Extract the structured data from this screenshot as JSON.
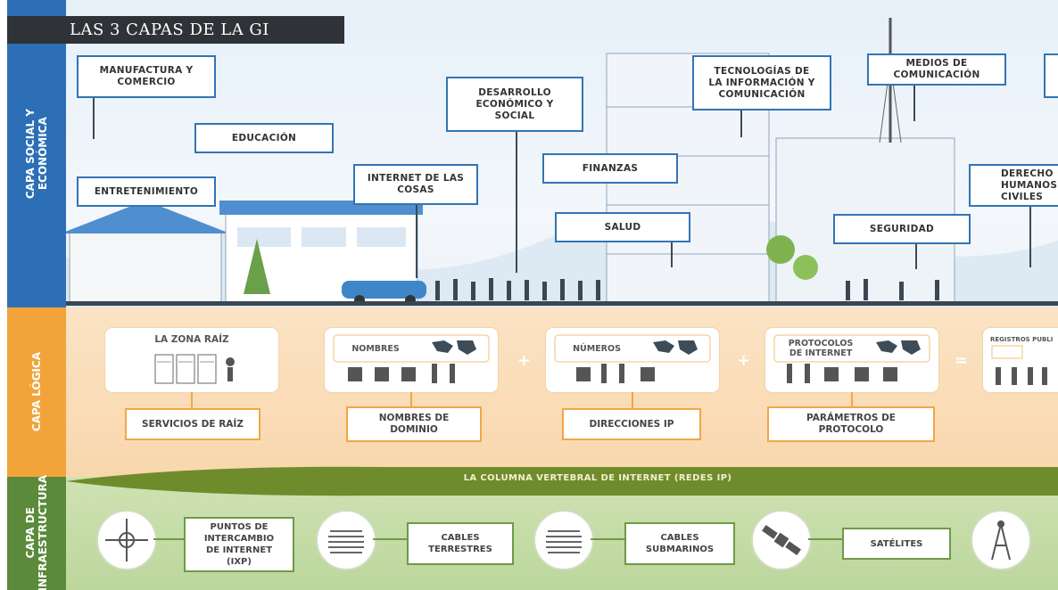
{
  "title": "LAS 3 CAPAS DE LA GI",
  "layers": {
    "social": "CAPA SOCIAL Y\nECONÓMICA",
    "logic": "CAPA LÓGICA",
    "infra": "CAPA DE\nINFRAESTRUCTURA"
  },
  "social_boxes": {
    "manufactura": "MANUFACTURA Y\nCOMERCIO",
    "educacion": "EDUCACIÓN",
    "entretenimiento": "ENTRETENIMIENTO",
    "iot": "INTERNET DE LAS\nCOSAS",
    "desarrollo": "DESARROLLO\nECONÓMICO Y\nSOCIAL",
    "finanzas": "FINANZAS",
    "salud": "SALUD",
    "tic": "TECNOLOGÍAS DE\nLA INFORMACIÓN Y\nCOMUNICACIÓN",
    "medios": "MEDIOS DE\nCOMUNICACIÓN",
    "seguridad": "SEGURIDAD",
    "derechos": "DERECHO\nHUMANOS\nCIVILES"
  },
  "logic": {
    "cards": {
      "root_zone": "LA ZONA RAÍZ",
      "names": "NOMBRES",
      "numbers": "NÚMEROS",
      "protocols": "PROTOCOLOS\nDE INTERNET",
      "registries": "REGISTROS PUBLI"
    },
    "boxes": {
      "root_services": "SERVICIOS DE RAÍZ",
      "domain_names": "NOMBRES DE\nDOMINIO",
      "ip_addresses": "DIRECCIONES IP",
      "protocol_params": "PARÁMETROS DE\nPROTOCOLO"
    },
    "operators": {
      "plus": "+",
      "equals": "="
    }
  },
  "backbone": "LA COLUMNA VERTEBRAL DE INTERNET (REDES IP)",
  "infra_boxes": {
    "ixp": "PUNTOS DE\nINTERCAMBIO\nDE INTERNET\n(IXP)",
    "terrestrial": "CABLES\nTERRESTRES",
    "submarine": "CABLES\nSUBMARINOS",
    "satellites": "SATÉLITES"
  }
}
